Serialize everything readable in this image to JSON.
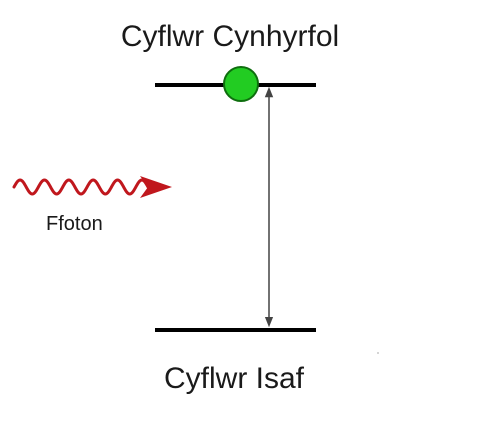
{
  "diagram": {
    "excited_level_label": "Cyflwr Cynhyrfol",
    "ground_level_label": "Cyflwr Isaf",
    "photon_label": "Ffoton"
  },
  "colors": {
    "level_line": "#000000",
    "electron_fill": "#22cc22",
    "electron_stroke": "#0e6e0e",
    "photon_wave": "#c0171d",
    "transition_arrow": "#444444"
  },
  "icons": {
    "electron": "green-circle",
    "photon": "wavy-red-arrow",
    "transition": "double-headed-arrow"
  }
}
